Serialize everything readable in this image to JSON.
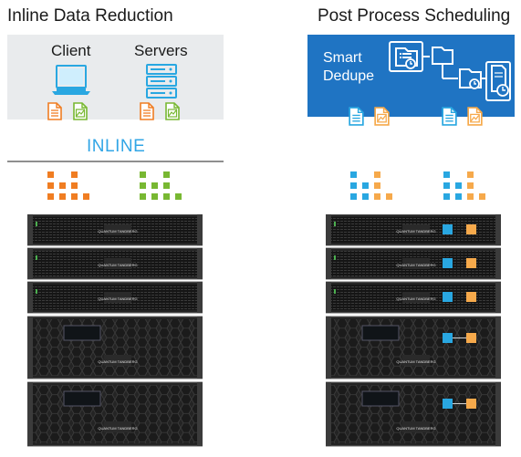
{
  "left": {
    "title": "Inline Data Reduction",
    "client_label": "Client",
    "servers_label": "Servers",
    "inline_label": "INLINE"
  },
  "right": {
    "title": "Post Process Scheduling",
    "smart_dedupe_label": "Smart\nDedupe"
  },
  "colors": {
    "orange": "#f07d22",
    "green": "#78b832",
    "blue": "#29a7e1",
    "light_orange": "#f6a94b",
    "panel_gray": "#e9ebed",
    "panel_blue": "#1f74c3",
    "inline_blue": "#32a6e6"
  },
  "icons": [
    "laptop-icon",
    "server-icon",
    "document-icon",
    "image-file-icon",
    "workflow-icon"
  ],
  "appliance_logo": "QUANTUM TANDBERG"
}
